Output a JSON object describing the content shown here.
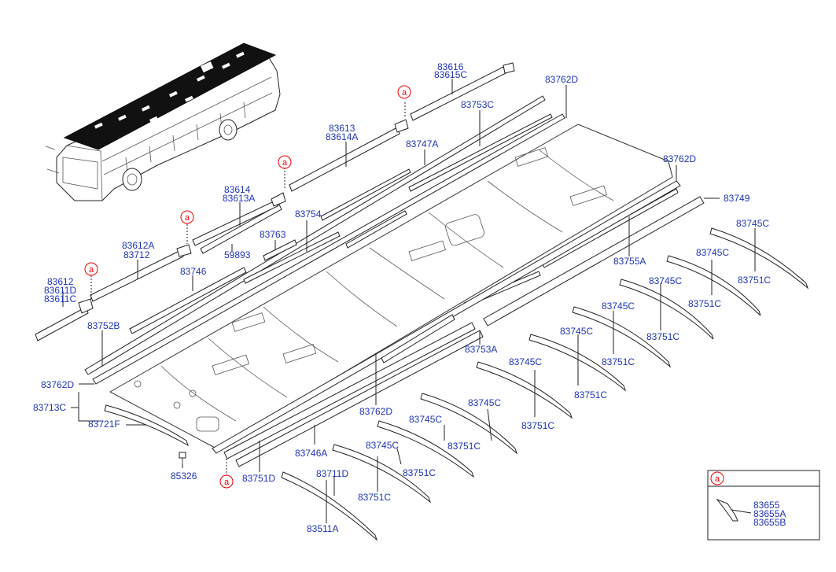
{
  "marker_letter": "a",
  "colors": {
    "label": "#1f34b8",
    "marker": "#e00000",
    "line": "#222222"
  },
  "labels": {
    "p83616": "83616",
    "p83615C": "83615C",
    "p83762D_top": "83762D",
    "p83753C": "83753C",
    "p83613": "83613",
    "p83614A": "83614A",
    "p83747A": "83747A",
    "p83762D_right": "83762D",
    "p83614": "83614",
    "p83613A": "83613A",
    "p83749": "83749",
    "p83754": "83754",
    "p83763": "83763",
    "p83612A": "83612A",
    "p83712": "83712",
    "p59893": "59893",
    "p83745C_1": "83745C",
    "p83755A": "83755A",
    "p83746": "83746",
    "p83612": "83612",
    "p83611D": "83611D",
    "p83611C": "83611C",
    "p83745C_2": "83745C",
    "p83751C_1": "83751C",
    "p83745C_3": "83745C",
    "p83751C_2": "83751C",
    "p83752B": "83752B",
    "p83745C_4": "83745C",
    "p83751C_3": "83751C",
    "p83745C_5": "83745C",
    "p83751C_4": "83751C",
    "p83753A": "83753A",
    "p83745C_6": "83745C",
    "p83751C_5": "83751C",
    "p83762D_left": "83762D",
    "p83713C": "83713C",
    "p83762D_bottom": "83762D",
    "p83745C_7": "83745C",
    "p83751C_6": "83751C",
    "p83721F": "83721F",
    "p83745C_8": "83745C",
    "p83751C_7": "83751C",
    "p83746A": "83746A",
    "p83745C_9": "83745C",
    "p83751C_8": "83751C",
    "p85326": "85326",
    "p83751D": "83751D",
    "p83711D": "83711D",
    "p83751C_9": "83751C",
    "p83511A": "83511A",
    "p83655": "83655",
    "p83655A": "83655A",
    "p83655B": "83655B"
  }
}
